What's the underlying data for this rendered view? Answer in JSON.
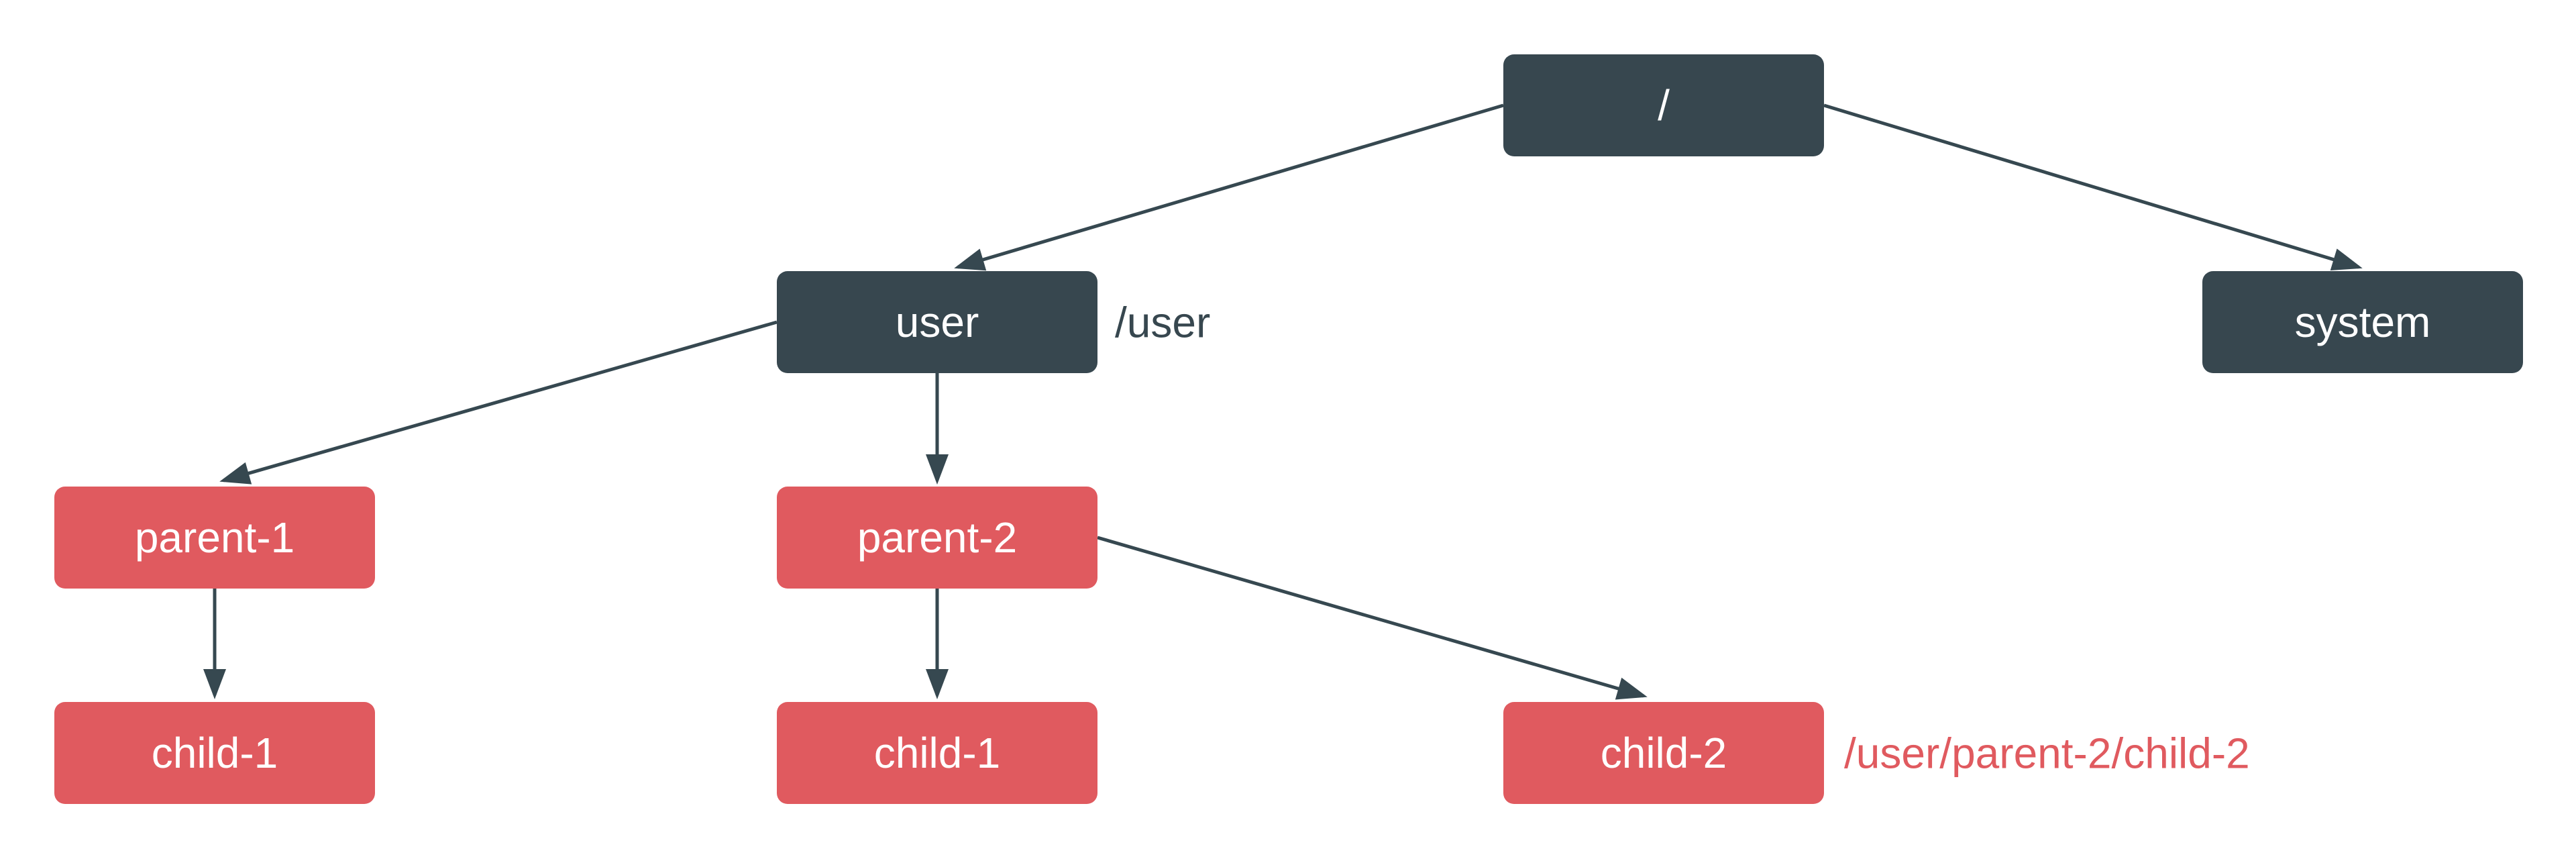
{
  "colors": {
    "background": "#FFFFFF",
    "dark_node": "#37474F",
    "red_node": "#E05A5F",
    "node_text": "#FFFFFF",
    "arrow": "#364850",
    "dark_label_text": "#37474F",
    "red_label_text": "#E05A5F"
  },
  "nodes": {
    "root": {
      "label": "/",
      "type": "dark"
    },
    "user": {
      "label": "user",
      "type": "dark"
    },
    "system": {
      "label": "system",
      "type": "dark"
    },
    "parent1": {
      "label": "parent-1",
      "type": "red"
    },
    "parent2": {
      "label": "parent-2",
      "type": "red"
    },
    "child1a": {
      "label": "child-1",
      "type": "red"
    },
    "child1b": {
      "label": "child-1",
      "type": "red"
    },
    "child2": {
      "label": "child-2",
      "type": "red"
    }
  },
  "annotations": {
    "user_path": "/user",
    "child2_path": "/user/parent-2/child-2"
  },
  "edges": [
    {
      "from": "root",
      "to": "user"
    },
    {
      "from": "root",
      "to": "system"
    },
    {
      "from": "user",
      "to": "parent1"
    },
    {
      "from": "user",
      "to": "parent2"
    },
    {
      "from": "parent1",
      "to": "child1a"
    },
    {
      "from": "parent2",
      "to": "child1b"
    },
    {
      "from": "parent2",
      "to": "child2"
    }
  ]
}
